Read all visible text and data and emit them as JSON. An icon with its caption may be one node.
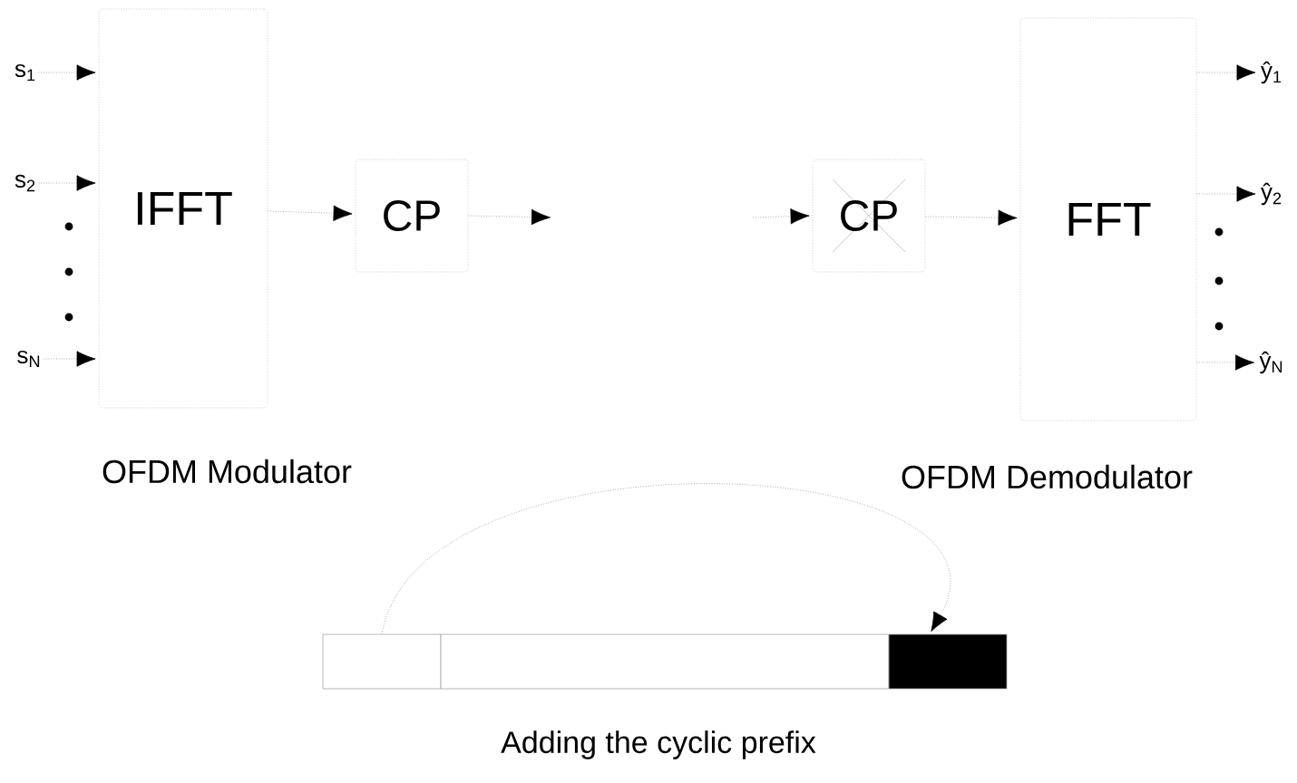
{
  "diagram": {
    "caption": "Adding the cyclic prefix",
    "nodes": [
      {
        "text": [
          "IFFT"
        ],
        "beside": [
          "OFDM Modulator"
        ]
      },
      {
        "text": [
          "CP"
        ]
      },
      {
        "text": [
          "CP"
        ]
      },
      {
        "text": [
          "FFT"
        ],
        "beside": [
          "OFDM Demodulator"
        ]
      },
      {
        "text": [
          "s$_{1}$"
        ]
      },
      {
        "text": [
          "s$_{2}$"
        ]
      },
      {
        "text": [
          "s$_{N}$"
        ]
      },
      {
        "text": [
          "ŷ$_{1}$"
        ]
      },
      {
        "text": [
          "ŷ$_{2}$"
        ]
      },
      {
        "text": [
          "ŷ$_{N}$"
        ]
      },
      {
        "text": [],
        "shape": "box"
      },
      {
        "text": [],
        "shape": "box"
      },
      {
        "text": [],
        "shape": "box"
      }
    ],
    "edges": [
      {
        "from": 4,
        "to": 0,
        "arrow": "to"
      },
      {
        "from": 5,
        "to": 0,
        "arrow": "to"
      },
      {
        "from": 6,
        "to": 0,
        "arrow": "to"
      },
      {
        "from": 0,
        "to": 1,
        "arrow": "to"
      },
      {
        "from": 1,
        "to": null,
        "arrow": "to"
      },
      {
        "from": null,
        "to": 2,
        "arrow": "to"
      },
      {
        "from": 2,
        "to": 3,
        "arrow": "to"
      },
      {
        "from": 3,
        "to": 7,
        "arrow": "to"
      },
      {
        "from": 3,
        "to": 8,
        "arrow": "to"
      },
      {
        "from": 3,
        "to": 9,
        "arrow": "to"
      },
      {
        "from": 10,
        "to": 12,
        "arrow": "to"
      }
    ]
  }
}
